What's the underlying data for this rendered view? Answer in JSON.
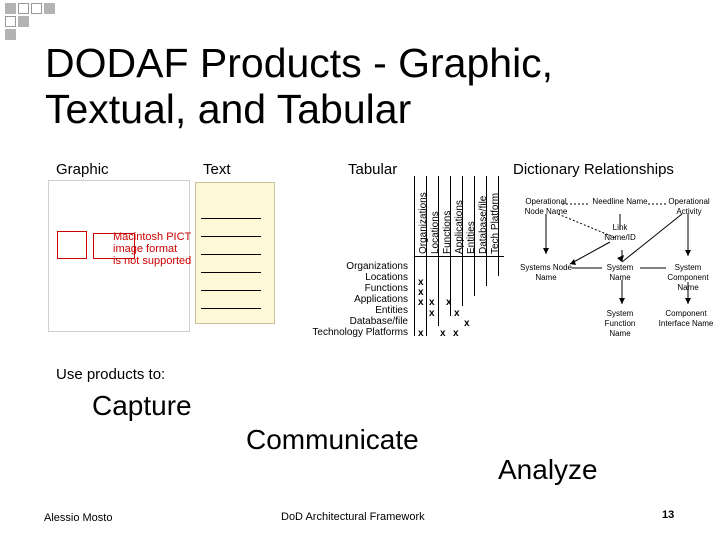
{
  "slide": {
    "title_line1": "DODAF Products - Graphic,",
    "title_line2": "Textual, and Tabular",
    "page_number": "13"
  },
  "headers": {
    "graphic": "Graphic",
    "text": "Text",
    "tabular": "Tabular",
    "dictionary": "Dictionary Relationships"
  },
  "graphic_placeholder": {
    "line1": "Macintosh PICT",
    "line2": "image format",
    "line3": "is not supported"
  },
  "tabular": {
    "column_labels": [
      "Organizations",
      "Locations",
      "Functions",
      "Applications",
      "Entities",
      "Database/file",
      "Tech Platform"
    ],
    "row_labels": [
      "Organizations",
      "Locations",
      "Functions",
      "Applications",
      "Entities",
      "Database/file",
      "Technology Platforms"
    ],
    "mark": "x"
  },
  "dictionary": {
    "operational_node_name": "Operational Node Name",
    "needline_name": "Needline Name",
    "operational_activity": "Operational Activity",
    "link_name_id": "Link Name/ID",
    "systems_node_name": "Systems Node Name",
    "system_name": "System Name",
    "system_component_name": "System Component Name",
    "system_function_name": "System Function Name",
    "component_interface_name": "Component Interface Name"
  },
  "uses": {
    "intro": "Use products to:",
    "capture": "Capture",
    "communicate": "Communicate",
    "analyze": "Analyze"
  },
  "footer": {
    "author": "Alessio Mosto",
    "center": "DoD Architectural Framework"
  },
  "colors": {
    "accent_square": "#b3b3b3",
    "text_box_fill": "#fdf8d8",
    "placeholder_red": "#cc0000"
  }
}
